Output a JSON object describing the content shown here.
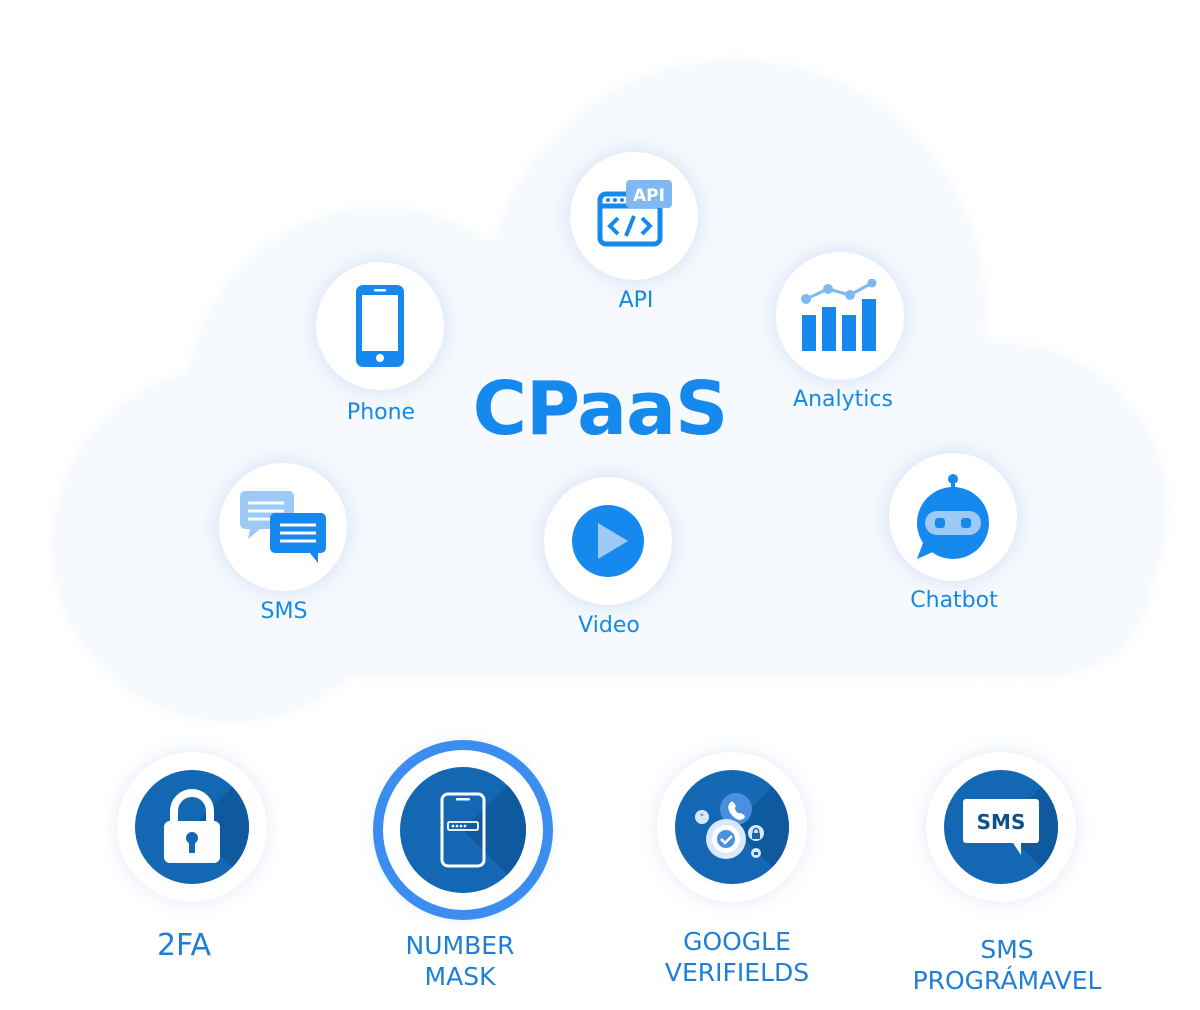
{
  "diagram": {
    "title": "CPaaS",
    "nodes": [
      {
        "id": "api",
        "label": "API",
        "icon": "api-icon",
        "icon_text": "API"
      },
      {
        "id": "phone",
        "label": "Phone",
        "icon": "phone-icon"
      },
      {
        "id": "analytics",
        "label": "Analytics",
        "icon": "bar-chart-icon"
      },
      {
        "id": "sms",
        "label": "SMS",
        "icon": "chat-bubbles-icon"
      },
      {
        "id": "video",
        "label": "Video",
        "icon": "play-icon"
      },
      {
        "id": "chatbot",
        "label": "Chatbot",
        "icon": "robot-icon"
      }
    ]
  },
  "products": [
    {
      "id": "2fa",
      "line1": "2FA",
      "line2": "",
      "icon": "padlock-icon"
    },
    {
      "id": "number-mask",
      "line1": "NUMBER",
      "line2": "MASK",
      "icon": "smartphone-mask-icon",
      "active": true
    },
    {
      "id": "google-verifields",
      "line1": "GOOGLE",
      "line2": "VERIFIELDS",
      "icon": "verified-shield-icon"
    },
    {
      "id": "sms-programavel",
      "line1": "SMS",
      "line2": "PROGRÁMAVEL",
      "icon": "sms-sign-icon",
      "icon_text": "SMS"
    }
  ],
  "colors": {
    "accent": "#1589ee",
    "cloud": "#f6f9fd",
    "badge": "#1467b3",
    "active_ring": "#3b8ef0"
  }
}
